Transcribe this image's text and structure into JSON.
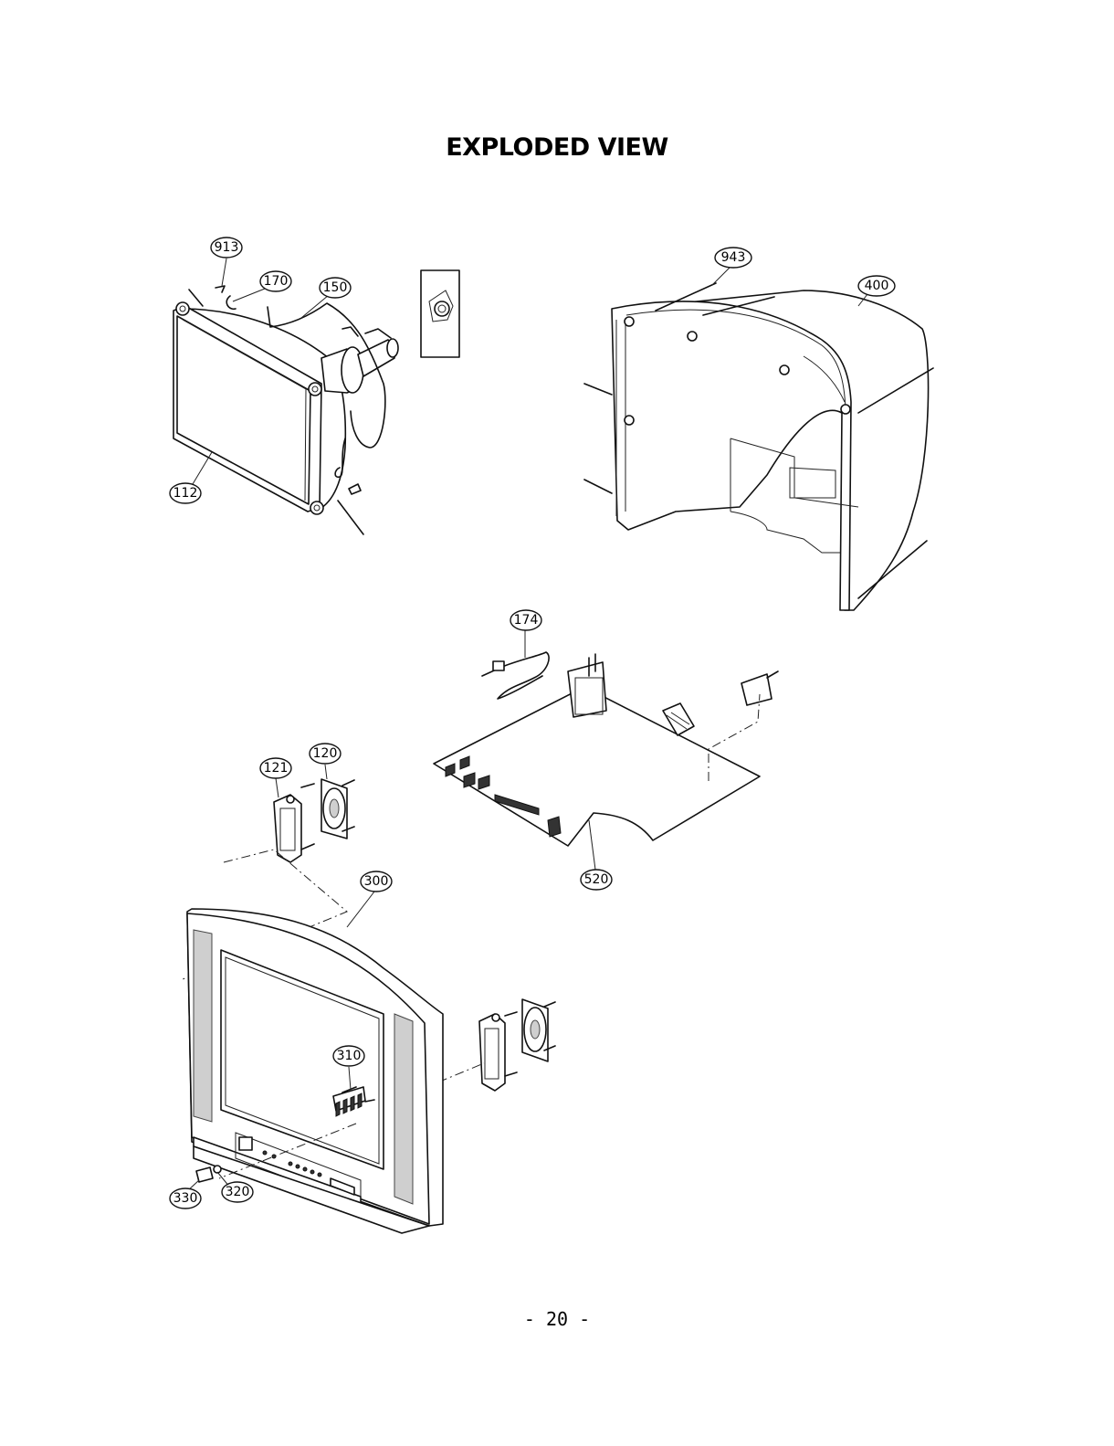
{
  "title": "EXPLODED VIEW",
  "page_number": "- 20 -",
  "callouts": [
    {
      "id": "c913",
      "label": "913"
    },
    {
      "id": "c170",
      "label": "170"
    },
    {
      "id": "c150",
      "label": "150"
    },
    {
      "id": "c112",
      "label": "112"
    },
    {
      "id": "c943",
      "label": "943"
    },
    {
      "id": "c400",
      "label": "400"
    },
    {
      "id": "c174",
      "label": "174"
    },
    {
      "id": "c121",
      "label": "121"
    },
    {
      "id": "c120",
      "label": "120"
    },
    {
      "id": "c520",
      "label": "520"
    },
    {
      "id": "c300",
      "label": "300"
    },
    {
      "id": "c310",
      "label": "310"
    },
    {
      "id": "c320",
      "label": "320"
    },
    {
      "id": "c330",
      "label": "330"
    }
  ]
}
